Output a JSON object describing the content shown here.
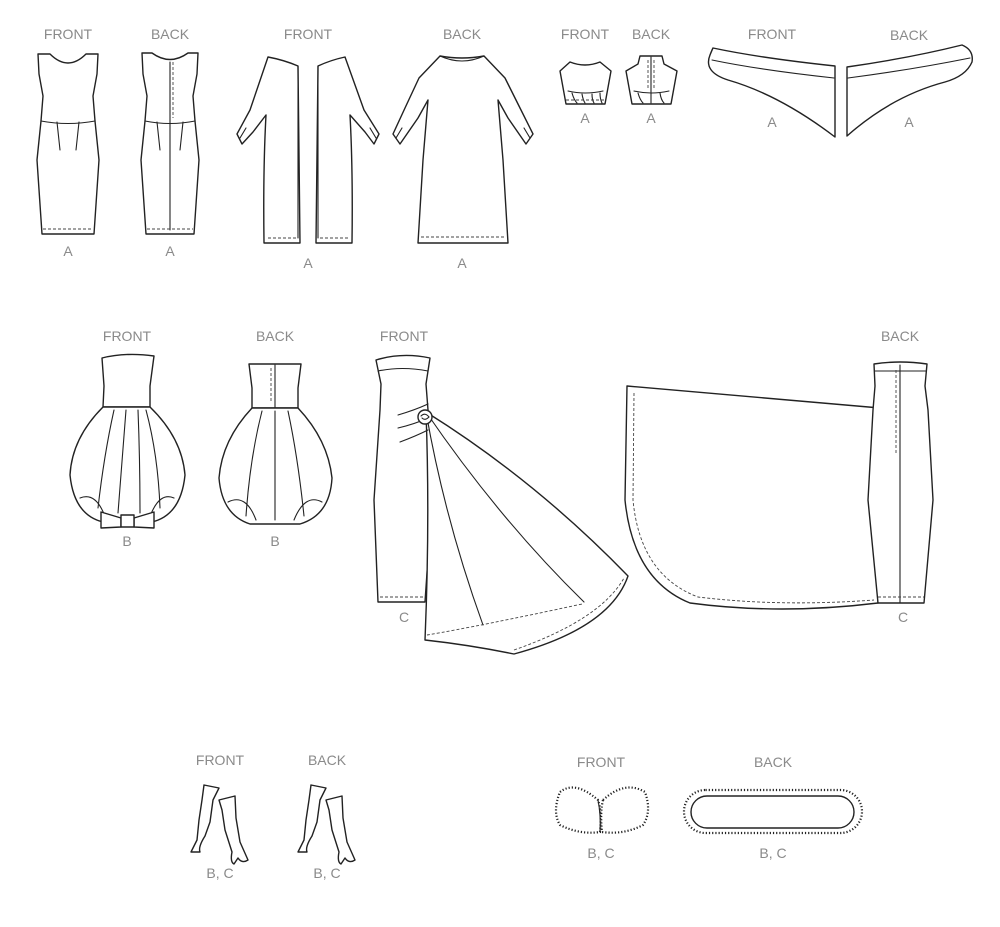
{
  "views": [
    {
      "id": "dress-a-front",
      "view": "FRONT",
      "code": "A"
    },
    {
      "id": "dress-a-back",
      "view": "BACK",
      "code": "A"
    },
    {
      "id": "coat-a-front",
      "view": "FRONT",
      "code": "A"
    },
    {
      "id": "coat-a-back",
      "view": "BACK",
      "code": "A"
    },
    {
      "id": "bodice-a-front",
      "view": "FRONT",
      "code": "A"
    },
    {
      "id": "bodice-a-back",
      "view": "BACK",
      "code": "A"
    },
    {
      "id": "wrap-a-front",
      "view": "FRONT",
      "code": "A"
    },
    {
      "id": "wrap-a-back",
      "view": "BACK",
      "code": "A"
    },
    {
      "id": "bubble-b-front",
      "view": "FRONT",
      "code": "B"
    },
    {
      "id": "bubble-b-back",
      "view": "BACK",
      "code": "B"
    },
    {
      "id": "gown-c-front",
      "view": "FRONT",
      "code": "C"
    },
    {
      "id": "gown-c-back",
      "view": "BACK",
      "code": "C"
    },
    {
      "id": "gloves-front",
      "view": "FRONT",
      "code": "B, C"
    },
    {
      "id": "gloves-back",
      "view": "BACK",
      "code": "B, C"
    },
    {
      "id": "stole-front",
      "view": "FRONT",
      "code": "B, C"
    },
    {
      "id": "stole-back",
      "view": "BACK",
      "code": "B, C"
    }
  ]
}
